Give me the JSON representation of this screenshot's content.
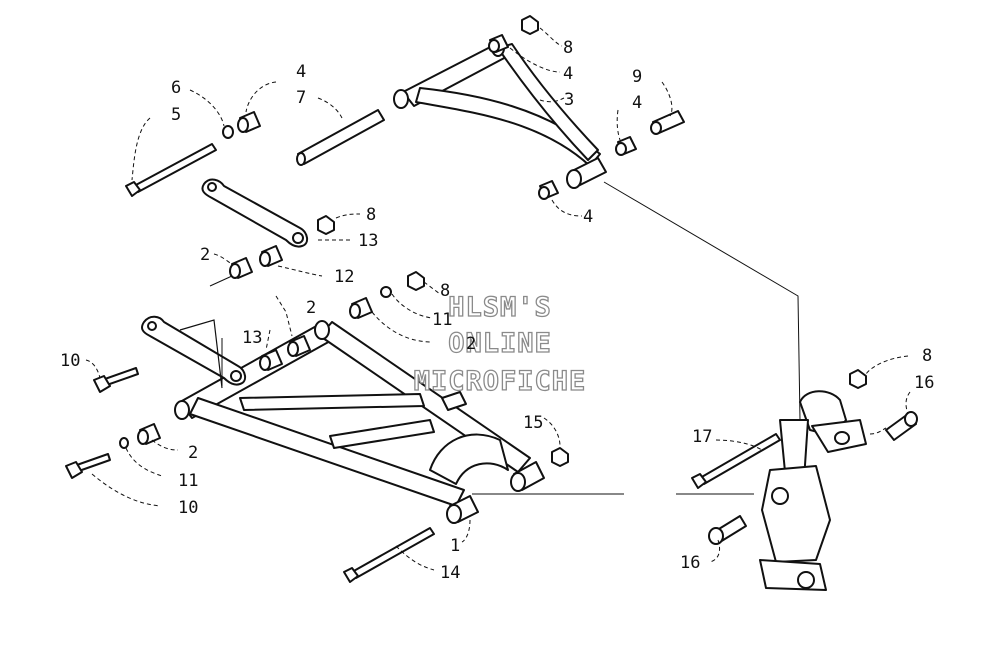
{
  "watermark": {
    "line1": "HLSM'S",
    "line2": "ONLINE",
    "line3": "MICROFICHE"
  },
  "callouts": [
    {
      "id": "c8a",
      "text": "8"
    },
    {
      "id": "c4a",
      "text": "4"
    },
    {
      "id": "c3",
      "text": "3"
    },
    {
      "id": "c9",
      "text": "9"
    },
    {
      "id": "c4b",
      "text": "4"
    },
    {
      "id": "c4c",
      "text": "4"
    },
    {
      "id": "c6",
      "text": "6"
    },
    {
      "id": "c5",
      "text": "5"
    },
    {
      "id": "c4d",
      "text": "4"
    },
    {
      "id": "c7",
      "text": "7"
    },
    {
      "id": "c8b",
      "text": "8"
    },
    {
      "id": "c13a",
      "text": "13"
    },
    {
      "id": "c2a",
      "text": "2"
    },
    {
      "id": "c12",
      "text": "12"
    },
    {
      "id": "c8c",
      "text": "8"
    },
    {
      "id": "c11a",
      "text": "11"
    },
    {
      "id": "c2b",
      "text": "2"
    },
    {
      "id": "c2c",
      "text": "2"
    },
    {
      "id": "c13b",
      "text": "13"
    },
    {
      "id": "c10a",
      "text": "10"
    },
    {
      "id": "c15",
      "text": "15"
    },
    {
      "id": "c2d",
      "text": "2"
    },
    {
      "id": "c11b",
      "text": "11"
    },
    {
      "id": "c10b",
      "text": "10"
    },
    {
      "id": "c1",
      "text": "1"
    },
    {
      "id": "c14",
      "text": "14"
    },
    {
      "id": "c8d",
      "text": "8"
    },
    {
      "id": "c16a",
      "text": "16"
    },
    {
      "id": "c17",
      "text": "17"
    },
    {
      "id": "c16b",
      "text": "16"
    }
  ]
}
